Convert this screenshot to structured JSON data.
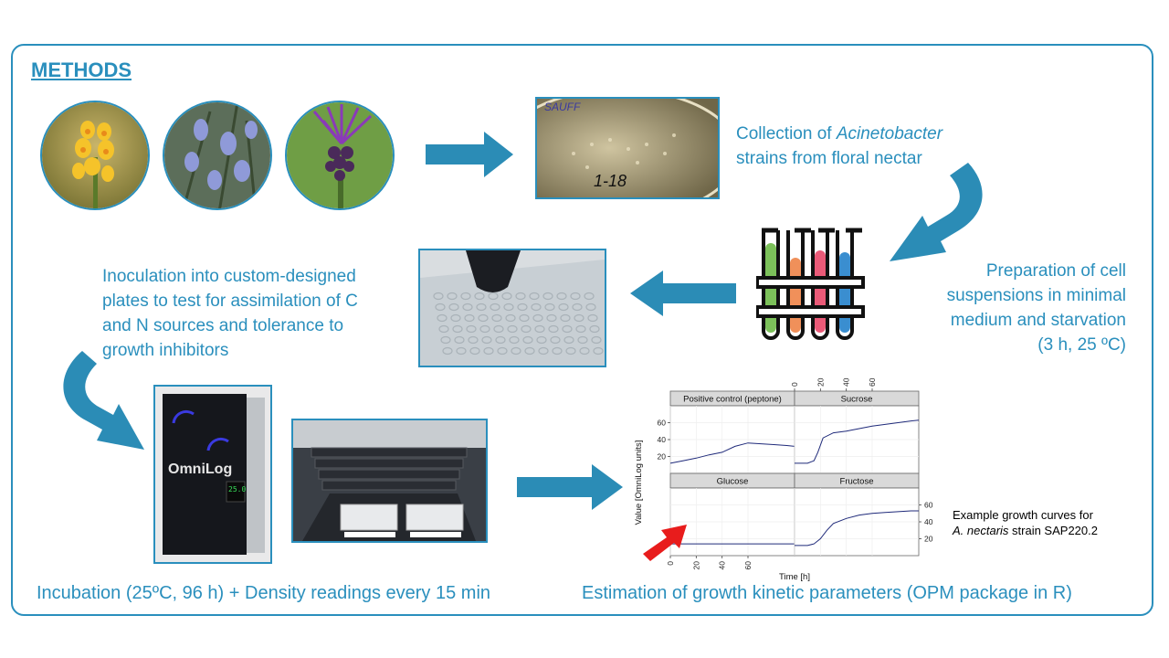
{
  "header": {
    "title": "METHODS"
  },
  "steps": {
    "collection": {
      "line1_prefix": "Collection of ",
      "line1_italic": "Acinetobacter",
      "line2": "strains from floral nectar"
    },
    "preparation": {
      "lines": [
        "Preparation of cell",
        "suspensions in minimal",
        "medium and starvation",
        "(3 h, 25 ºC)"
      ]
    },
    "inoculation": {
      "lines": [
        "Inoculation into custom-designed",
        "plates to test for assimilation of C",
        "and N sources and tolerance to",
        "growth inhibitors"
      ]
    },
    "incubation": {
      "text": "Incubation (25ºC, 96 h) + Density readings every 15 min"
    },
    "estimation": {
      "text": "Estimation of growth kinetic parameters (OPM package in R)"
    }
  },
  "images": {
    "petri_label_top": "SAUFF",
    "petri_label_bottom": "1-18",
    "omnilog_brand": "OmniLog",
    "omnilog_display": "25.0"
  },
  "colors": {
    "accent": "#2a8fbd",
    "arrow": "#2b8cb6",
    "tube_green": "#7cc15a",
    "tube_orange": "#f0905a",
    "tube_pink": "#ea5a78",
    "tube_blue": "#3a8ed0",
    "curve": "#1f2a7a",
    "red_arrow": "#e81c1c"
  },
  "chart_data": {
    "type": "line",
    "ylabel": "Value [OmniLog units]",
    "xlabel": "Time [h]",
    "xlim": [
      0,
      96
    ],
    "ylim": [
      0,
      80
    ],
    "x_ticks": [
      0,
      20,
      40,
      60
    ],
    "y_ticks": [
      20,
      40,
      60
    ],
    "panels": [
      {
        "name": "Positive control (peptone)",
        "x": [
          0,
          10,
          20,
          30,
          40,
          50,
          60,
          70,
          80,
          90,
          96
        ],
        "y": [
          12,
          15,
          18,
          22,
          25,
          32,
          36,
          35,
          34,
          33,
          32
        ]
      },
      {
        "name": "Sucrose",
        "x": [
          0,
          10,
          15,
          18,
          22,
          30,
          40,
          50,
          60,
          70,
          80,
          90,
          96
        ],
        "y": [
          12,
          12,
          15,
          25,
          42,
          48,
          50,
          53,
          56,
          58,
          60,
          62,
          63
        ]
      },
      {
        "name": "Glucose",
        "x": [
          0,
          10,
          20,
          30,
          40,
          50,
          60,
          70,
          80,
          90,
          96
        ],
        "y": [
          14,
          14,
          14,
          14,
          14,
          14,
          14,
          14,
          14,
          14,
          14
        ]
      },
      {
        "name": "Fructose",
        "x": [
          0,
          10,
          15,
          20,
          25,
          30,
          40,
          50,
          60,
          70,
          80,
          90,
          96
        ],
        "y": [
          12,
          12,
          14,
          20,
          30,
          38,
          44,
          48,
          50,
          51,
          52,
          53,
          53
        ]
      }
    ],
    "annotation": {
      "prefix": "Example growth curves for",
      "italic": "A. nectaris",
      "suffix": " strain SAP220.2"
    }
  }
}
